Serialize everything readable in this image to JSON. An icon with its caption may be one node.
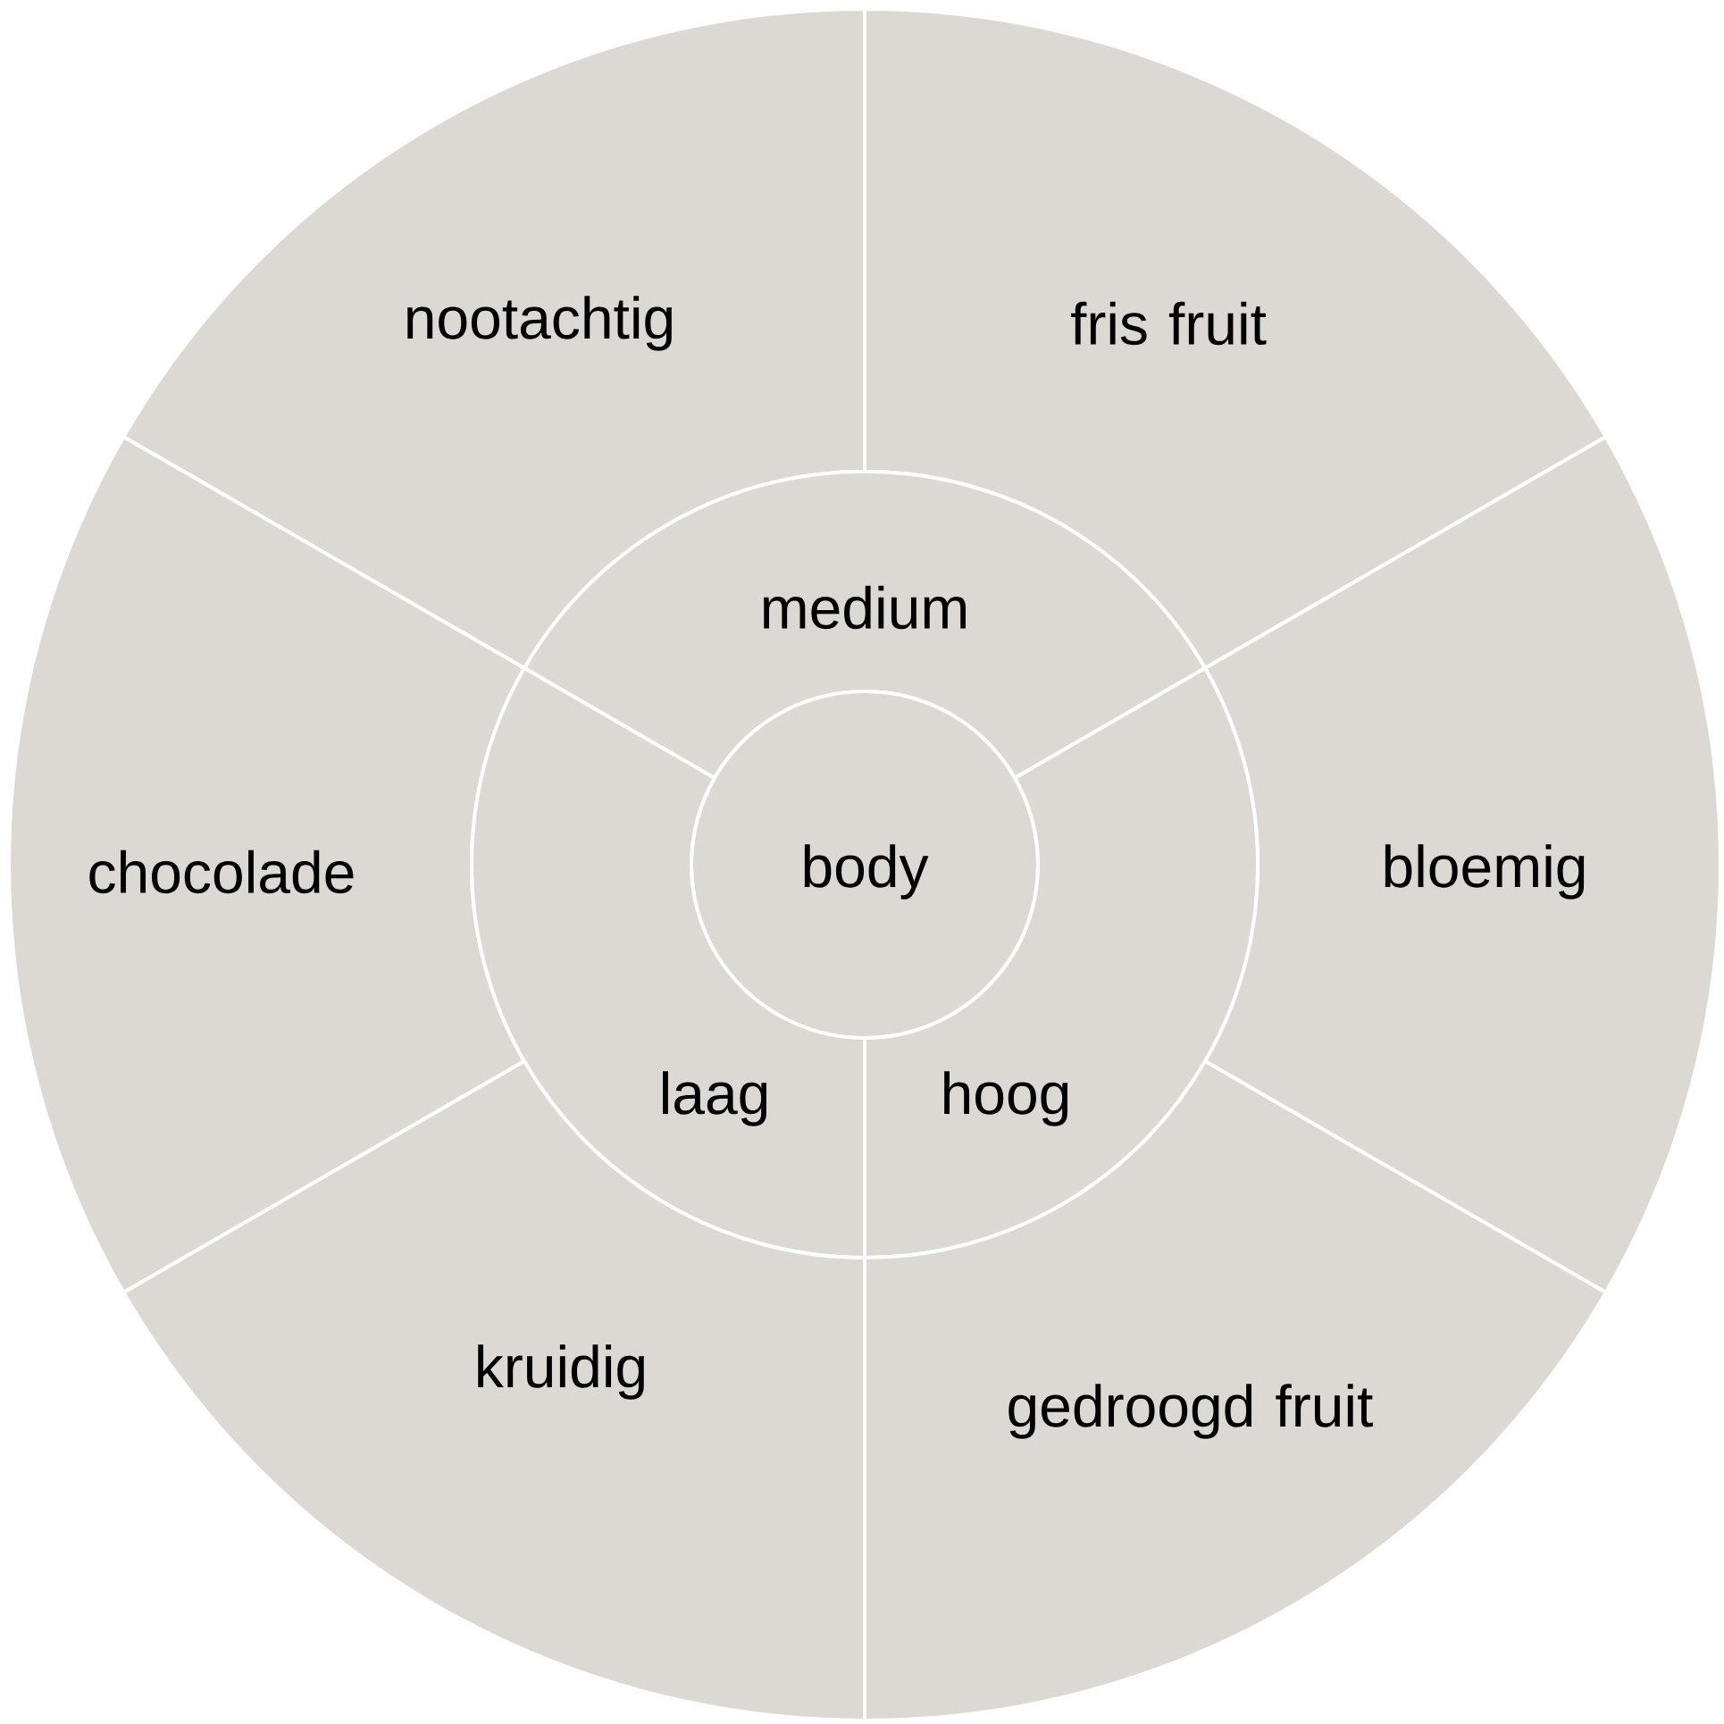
{
  "diagram": {
    "nodes": [
      {
        "text": [
          "nootachtig"
        ]
      },
      {
        "text": [
          "fris fruit"
        ]
      },
      {
        "text": [
          "medium"
        ]
      },
      {
        "text": [
          "chocolade"
        ]
      },
      {
        "text": [
          "body"
        ]
      },
      {
        "text": [
          "bloemig"
        ]
      },
      {
        "text": [
          "laag"
        ]
      },
      {
        "text": [
          "hoog"
        ]
      },
      {
        "text": [
          "kruidig"
        ]
      },
      {
        "text": [
          "gedroogd fruit"
        ]
      }
    ]
  }
}
